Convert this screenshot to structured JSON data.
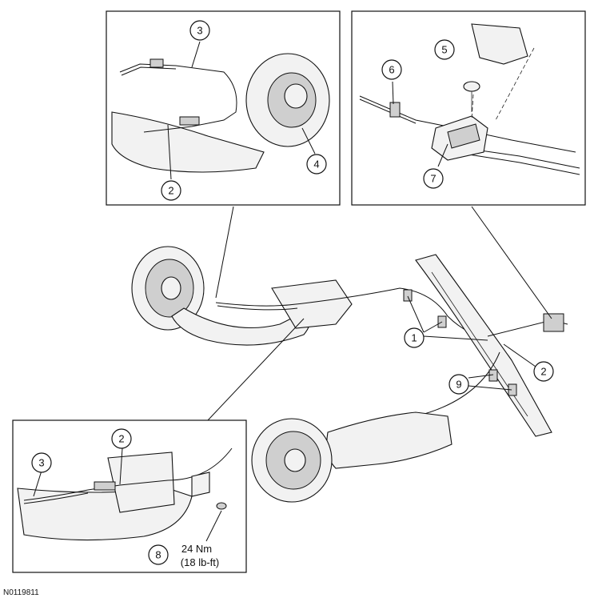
{
  "figure_id": "N0119811",
  "callouts": {
    "c1": "1",
    "c2a": "2",
    "c2b": "2",
    "c2c": "2",
    "c3a": "3",
    "c3b": "3",
    "c4": "4",
    "c5": "5",
    "c6": "6",
    "c7": "7",
    "c8": "8",
    "c9": "9"
  },
  "torque": {
    "metric": "24 Nm",
    "imperial": "(18 lb-ft)"
  }
}
